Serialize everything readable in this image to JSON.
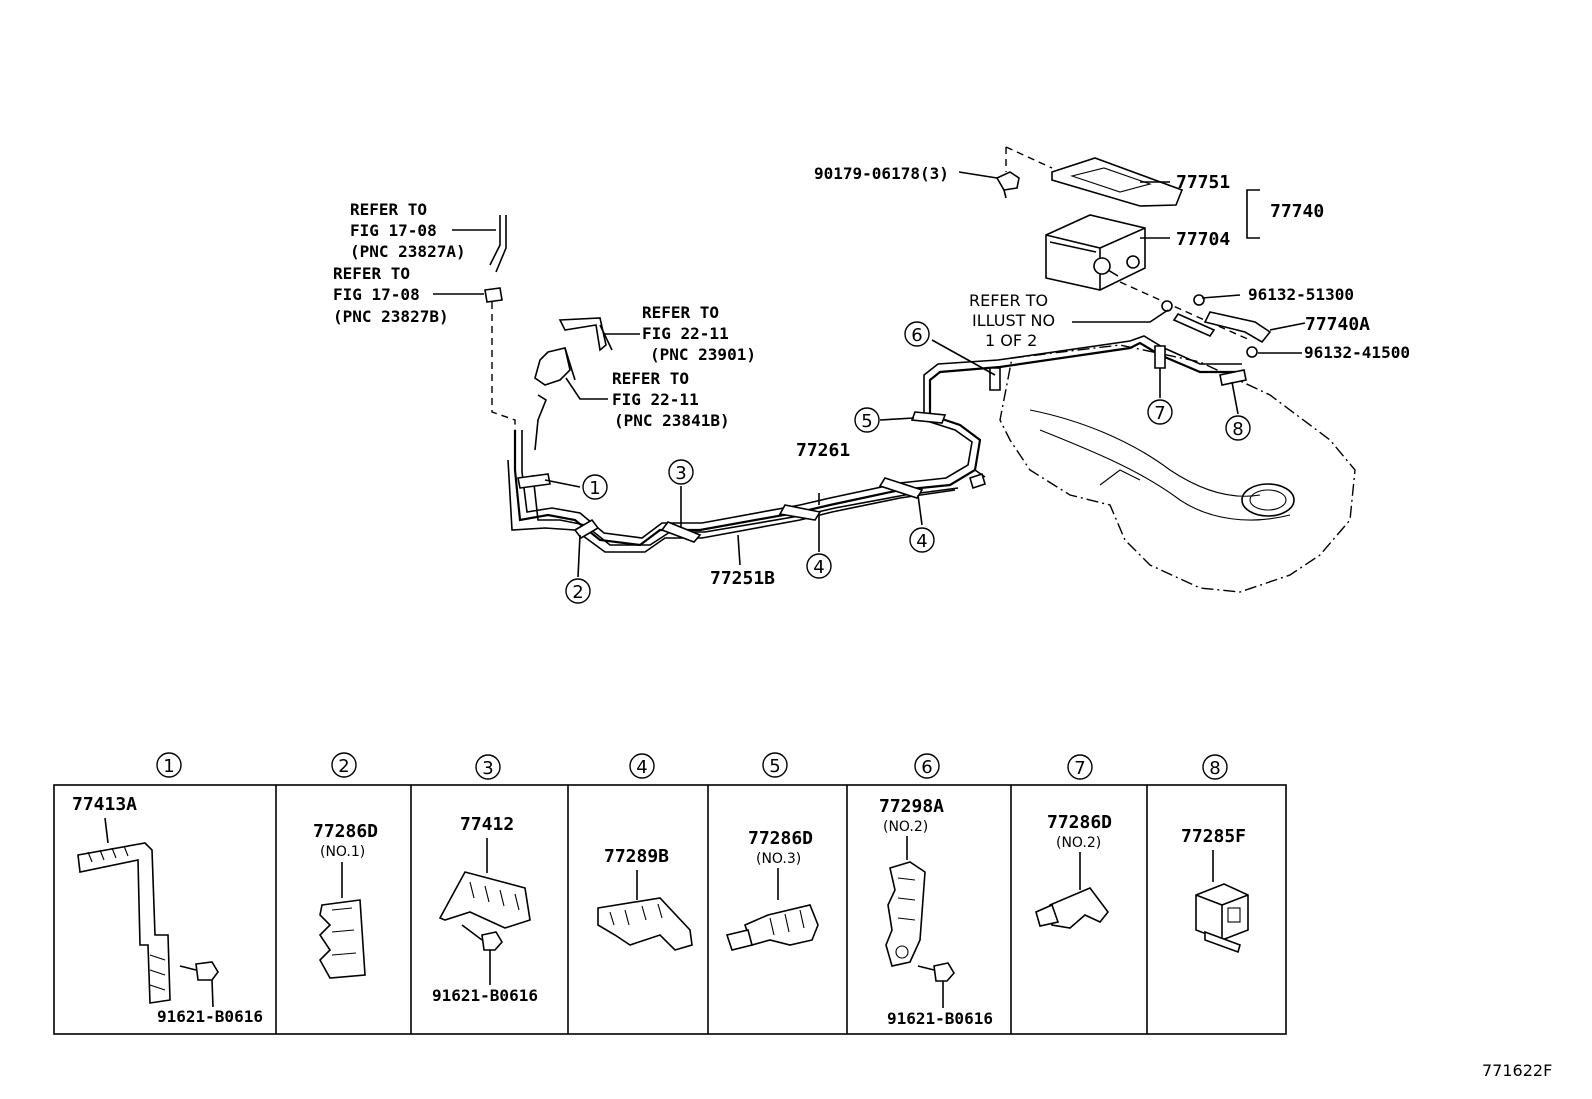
{
  "callouts": {
    "refer_17_08_a": [
      "REFER TO",
      "FIG 17-08",
      "(PNC 23827A)"
    ],
    "refer_17_08_b": [
      "REFER TO",
      "FIG 17-08",
      "(PNC 23827B)"
    ],
    "refer_22_11_a": [
      "REFER TO",
      "FIG 22-11",
      "(PNC 23901)"
    ],
    "refer_22_11_b": [
      "REFER TO",
      "FIG 22-11",
      "(PNC 23841B)"
    ],
    "refer_illust": [
      "REFER TO",
      "ILLUST NO",
      "1 OF 2"
    ]
  },
  "part_labels": {
    "p90179": "90179-06178(3)",
    "p77751": "77751",
    "p77740": "77740",
    "p77704": "77704",
    "p96132_51300": "96132-51300",
    "p77740A": "77740A",
    "p96132_41500": "96132-41500",
    "p77261": "77261",
    "p77251B": "77251B"
  },
  "index_numbers": [
    "1",
    "2",
    "3",
    "4",
    "5",
    "6",
    "7",
    "8"
  ],
  "detail_panels": [
    {
      "index": "1",
      "part": "77413A",
      "sub": "",
      "bolt": "91621-B0616"
    },
    {
      "index": "2",
      "part": "77286D",
      "sub": "(NO.1)",
      "bolt": ""
    },
    {
      "index": "3",
      "part": "77412",
      "sub": "",
      "bolt": "91621-B0616"
    },
    {
      "index": "4",
      "part": "77289B",
      "sub": "",
      "bolt": ""
    },
    {
      "index": "5",
      "part": "77286D",
      "sub": "(NO.3)",
      "bolt": ""
    },
    {
      "index": "6",
      "part": "77298A",
      "sub": "(NO.2)",
      "bolt": "91621-B0616"
    },
    {
      "index": "7",
      "part": "77286D",
      "sub": "(NO.2)",
      "bolt": ""
    },
    {
      "index": "8",
      "part": "77285F",
      "sub": "",
      "bolt": ""
    }
  ],
  "figure_code": "771622F"
}
